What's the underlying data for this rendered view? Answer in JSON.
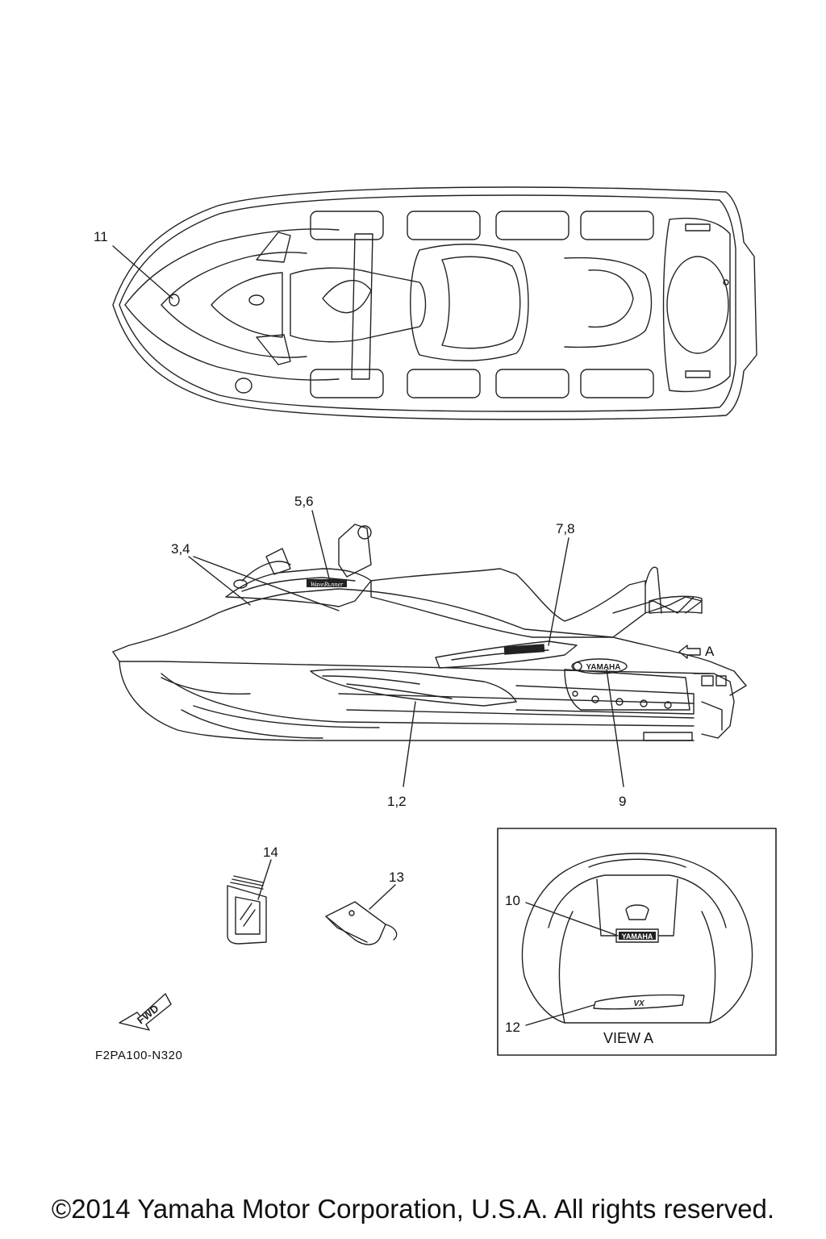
{
  "callouts": {
    "c11": "11",
    "c56": "5,6",
    "c34": "3,4",
    "c78": "7,8",
    "cA": "A",
    "c12b": "1,2",
    "c9": "9",
    "c14": "14",
    "c13": "13",
    "c10": "10",
    "c12": "12"
  },
  "view_caption": "VIEW A",
  "fwd_label": "FWD",
  "decal_brand": "YAMAHA",
  "decal_waverunner": "WaveRunner",
  "decal_vx": "VX",
  "figure_code": "F2PA100-N320",
  "copyright": "©2014 Yamaha Motor Corporation, U.S.A. All rights reserved."
}
